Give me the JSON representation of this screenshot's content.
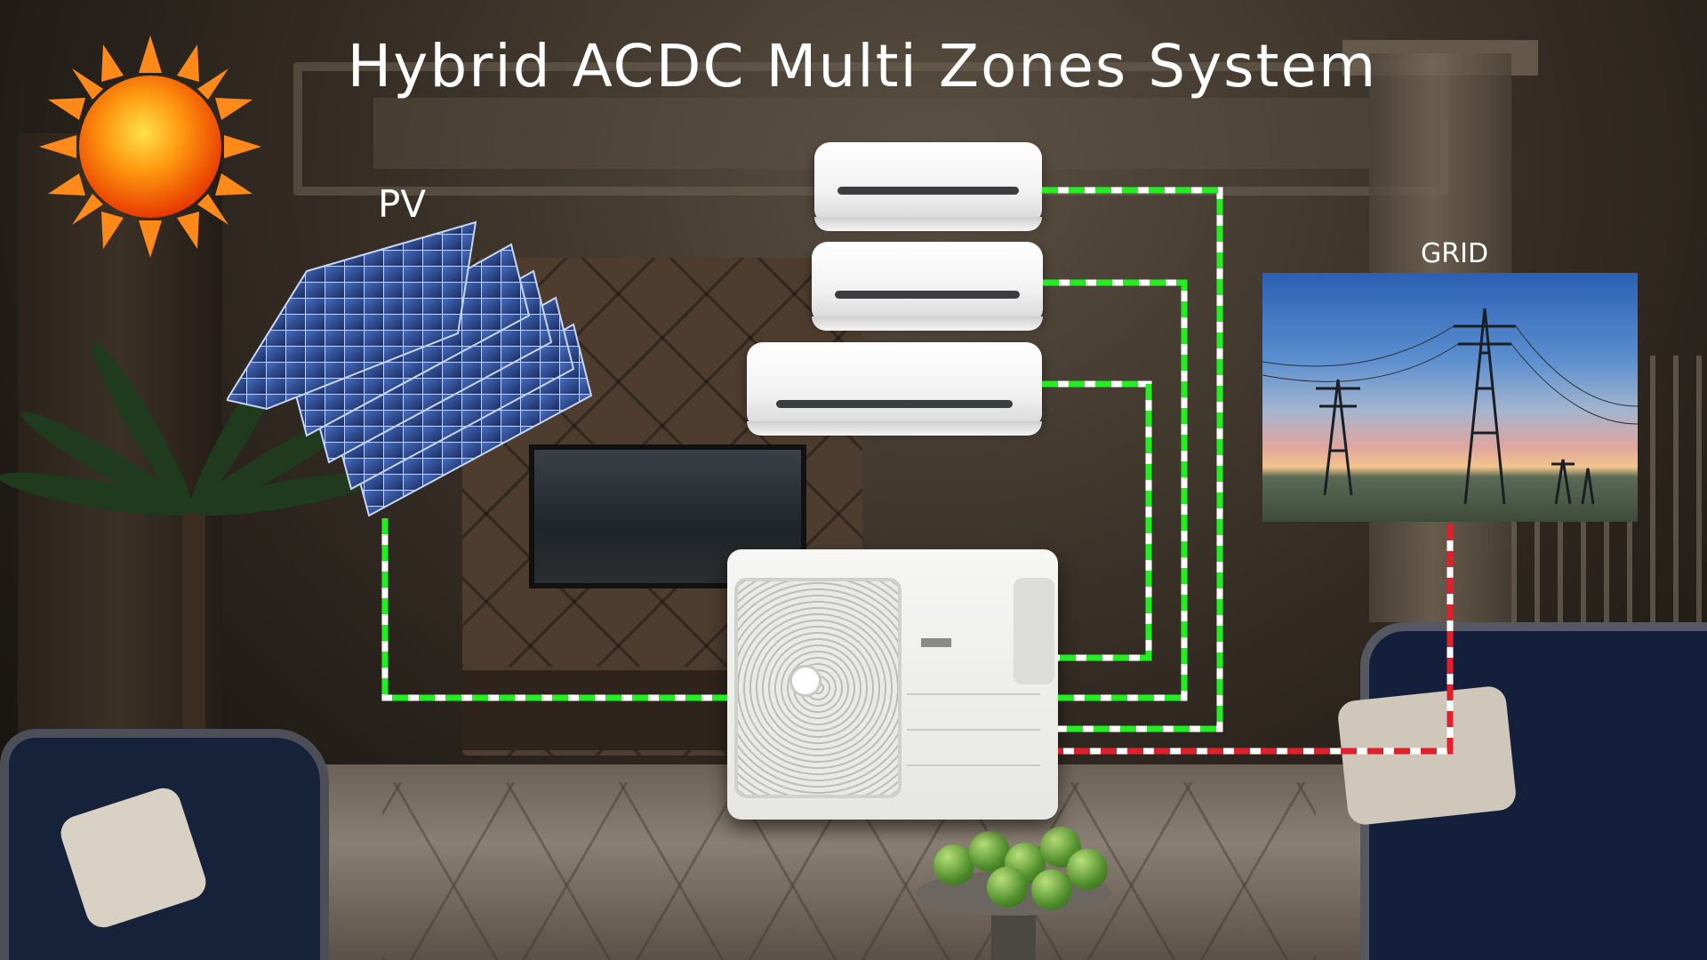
{
  "title": "Hybrid ACDC Multi Zones System",
  "labels": {
    "pv": "PV",
    "grid": "GRID"
  },
  "colors": {
    "dc_line": "#22ee22",
    "ac_line": "#e0202a",
    "line_gap": "#ffffff",
    "sun_core": "#ff8a00",
    "sun_rays": "#ff7a00"
  },
  "icons": [
    "sun-icon",
    "solar-panel-icon",
    "indoor-ac-unit-icon",
    "outdoor-ac-unit-icon",
    "power-grid-icon"
  ],
  "components": {
    "indoor_units_count": 3,
    "solar_panel_layers": 5
  }
}
